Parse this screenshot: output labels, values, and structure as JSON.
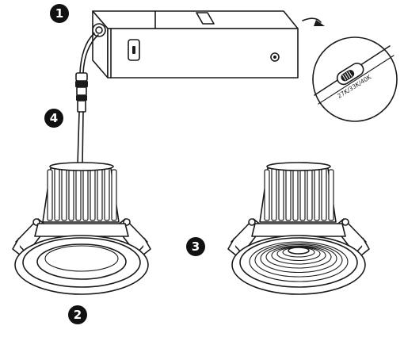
{
  "callouts": [
    {
      "label": "1"
    },
    {
      "label": "2"
    },
    {
      "label": "3"
    },
    {
      "label": "4"
    }
  ],
  "cct_switch": {
    "label": "27K/33K/40K"
  },
  "colors": {
    "line": "#1a1a1a",
    "badge": "#111111",
    "background": "#ffffff"
  }
}
